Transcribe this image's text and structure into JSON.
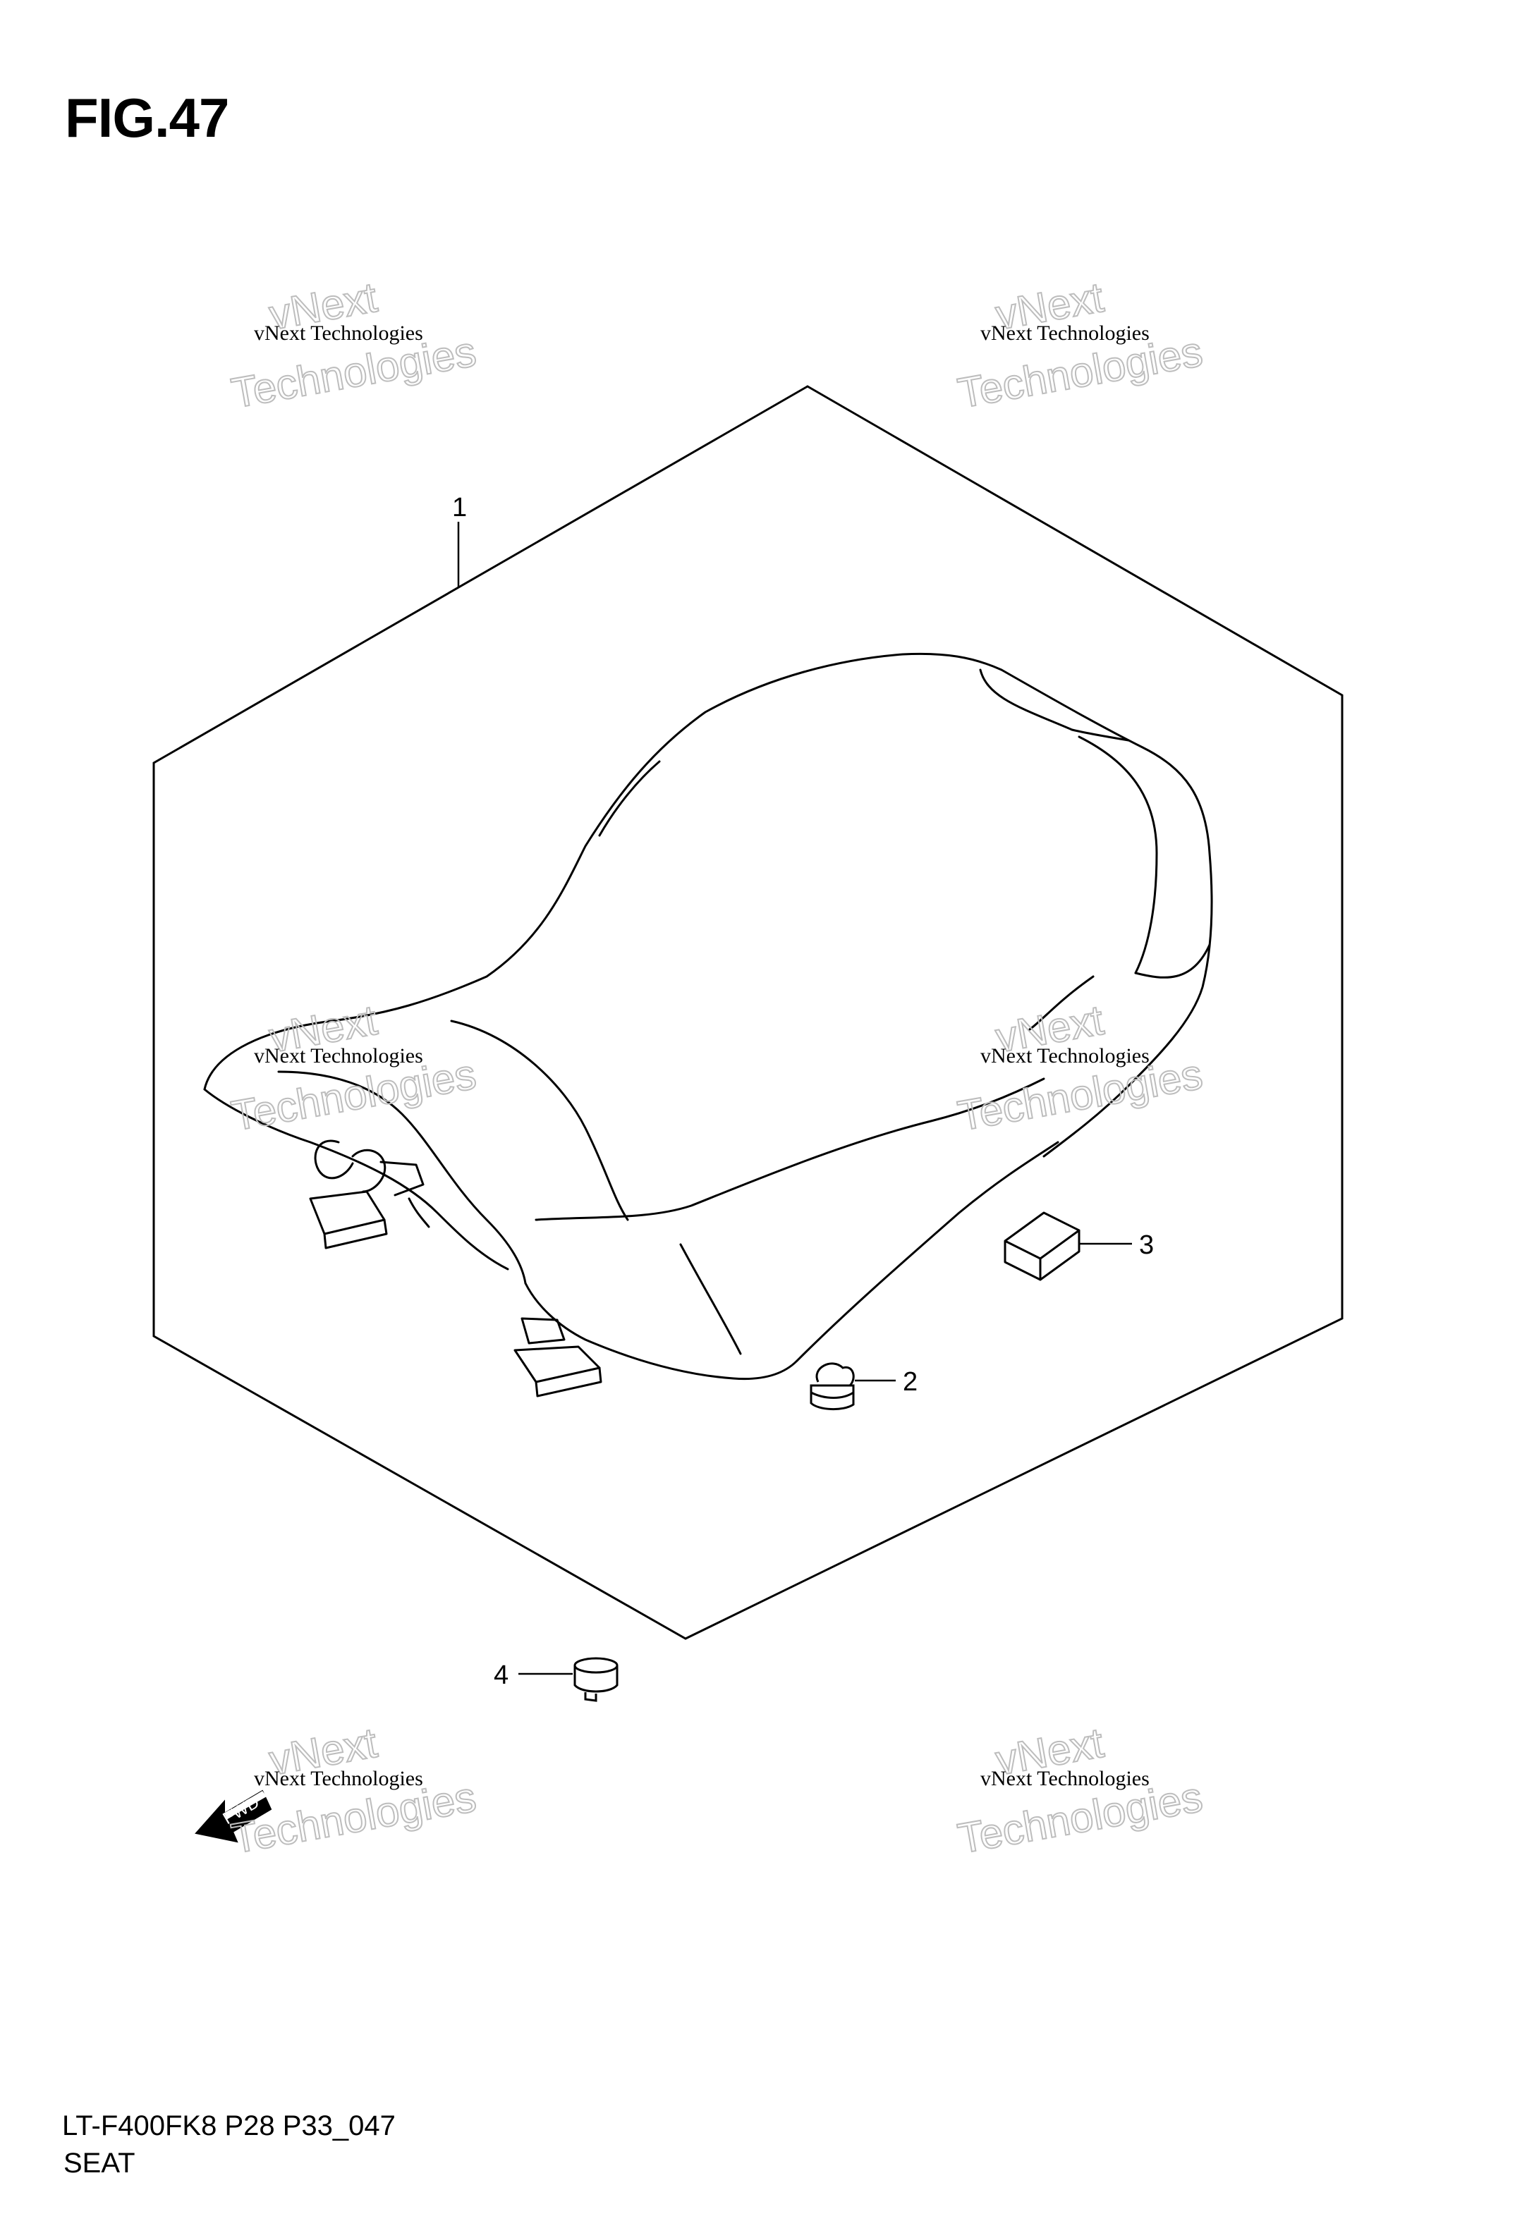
{
  "figure": {
    "title": "FIG.47"
  },
  "callouts": [
    {
      "label": "1"
    },
    {
      "label": "2"
    },
    {
      "label": "3"
    },
    {
      "label": "4"
    }
  ],
  "direction_arrow": {
    "label": "FWD"
  },
  "watermark": {
    "line1": "vNext",
    "line2": "vNext Technologies",
    "line3": "Technologies"
  },
  "footer": {
    "model_code": "LT-F400FK8 P28 P33_047",
    "section_name": "SEAT"
  }
}
